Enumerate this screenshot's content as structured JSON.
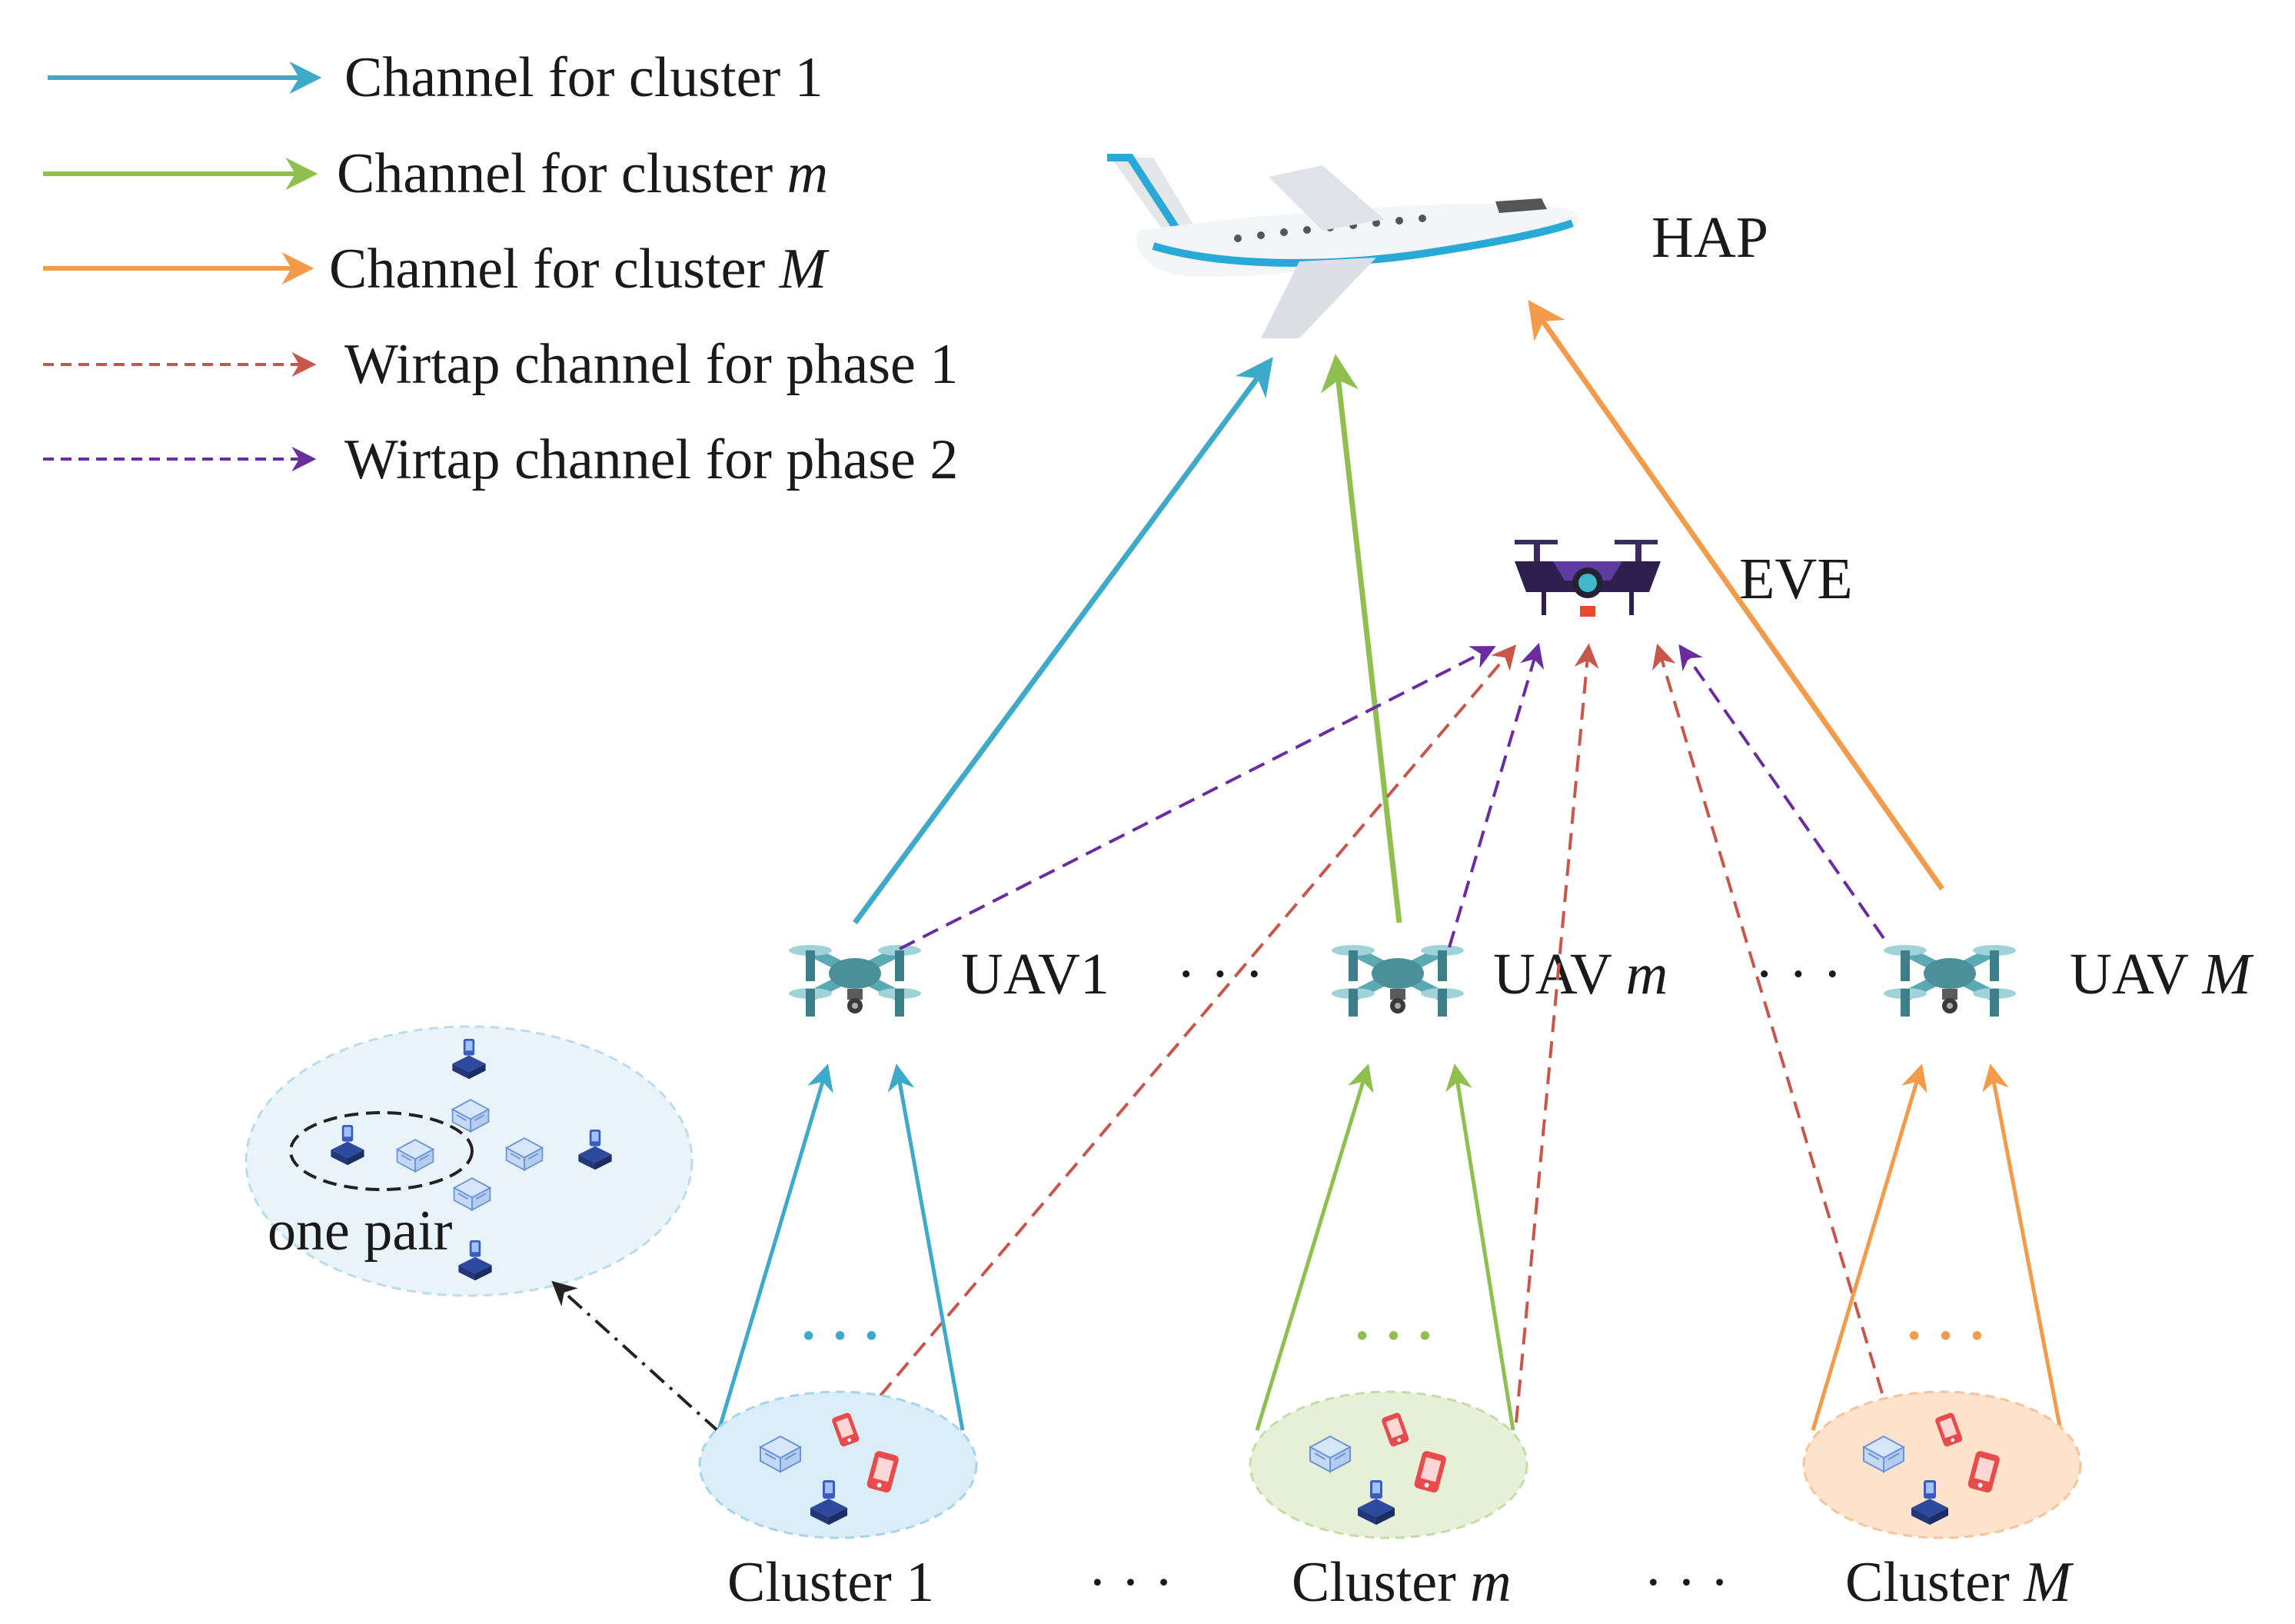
{
  "legend": [
    {
      "label": "Channel for cluster 1",
      "italic": "",
      "color": "#3fa9c9",
      "style": "solid"
    },
    {
      "label": "Channel for cluster ",
      "italic": "m",
      "color": "#8fbf4f",
      "style": "solid"
    },
    {
      "label": "Channel for cluster ",
      "italic": "M",
      "color": "#f29b4b",
      "style": "solid"
    },
    {
      "label": "Wirtap channel for phase 1",
      "italic": "",
      "color": "#c8564b",
      "style": "dashed"
    },
    {
      "label": "Wirtap channel for phase 2",
      "italic": "",
      "color": "#6a2c9e",
      "style": "dashed"
    }
  ],
  "nodes": {
    "hap": {
      "label": "HAP"
    },
    "eve": {
      "label": "EVE"
    },
    "uav1": {
      "label": "UAV1",
      "italic": ""
    },
    "uavm": {
      "label": "UAV ",
      "italic": "m"
    },
    "uavM": {
      "label": "UAV ",
      "italic": "M"
    },
    "one_pair": {
      "label": "one pair"
    }
  },
  "clusters": [
    {
      "label": "Cluster 1",
      "italic": "",
      "fill": "#d9eef8",
      "accent": "#3fa9c9"
    },
    {
      "label": "Cluster ",
      "italic": "m",
      "fill": "#e6f0d6",
      "accent": "#8fbf4f"
    },
    {
      "label": "Cluster ",
      "italic": "M",
      "fill": "#fde3cc",
      "accent": "#f29b4b"
    }
  ],
  "ellipsis": "· · ·",
  "colors": {
    "cluster1": "#3fa9c9",
    "clusterm": "#8fbf4f",
    "clusterM": "#f29b4b",
    "wiretap1": "#c8564b",
    "wiretap2": "#6a2c9e",
    "pair_zoom": "#e9f4fa"
  },
  "icons": [
    "airplane-icon",
    "eavesdropper-drone-icon",
    "uav-drone-icon",
    "iot-device-icon",
    "phone-icon"
  ]
}
